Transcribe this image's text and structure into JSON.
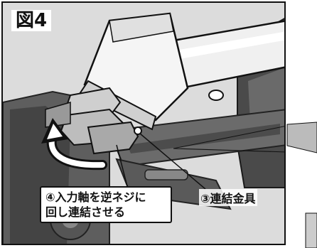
{
  "figure": {
    "label": "図4",
    "callouts": {
      "reverse_thread_line1": "④入力軸を逆ネジに",
      "reverse_thread_line2": "回し連結させる",
      "coupling_fitting": "③連結金具"
    }
  }
}
